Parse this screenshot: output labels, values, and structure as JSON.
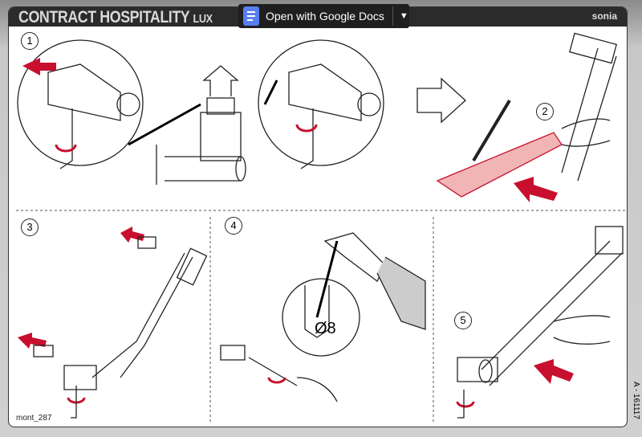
{
  "header": {
    "title": "CONTRACT HOSPITALITY",
    "title_suffix": "LUX",
    "brand": "sonia"
  },
  "viewer": {
    "open_with_label": "Open with Google Docs",
    "icon": "google-docs-icon",
    "dropdown_icon": "caret-down-icon"
  },
  "steps": [
    "1",
    "2",
    "3",
    "4",
    "5"
  ],
  "drill_diameter": "Ø8",
  "footer": {
    "code": "mont_287",
    "reference": "A - 161117"
  },
  "colors": {
    "accent": "#c8102e",
    "highlight": "#f2b5b5"
  }
}
